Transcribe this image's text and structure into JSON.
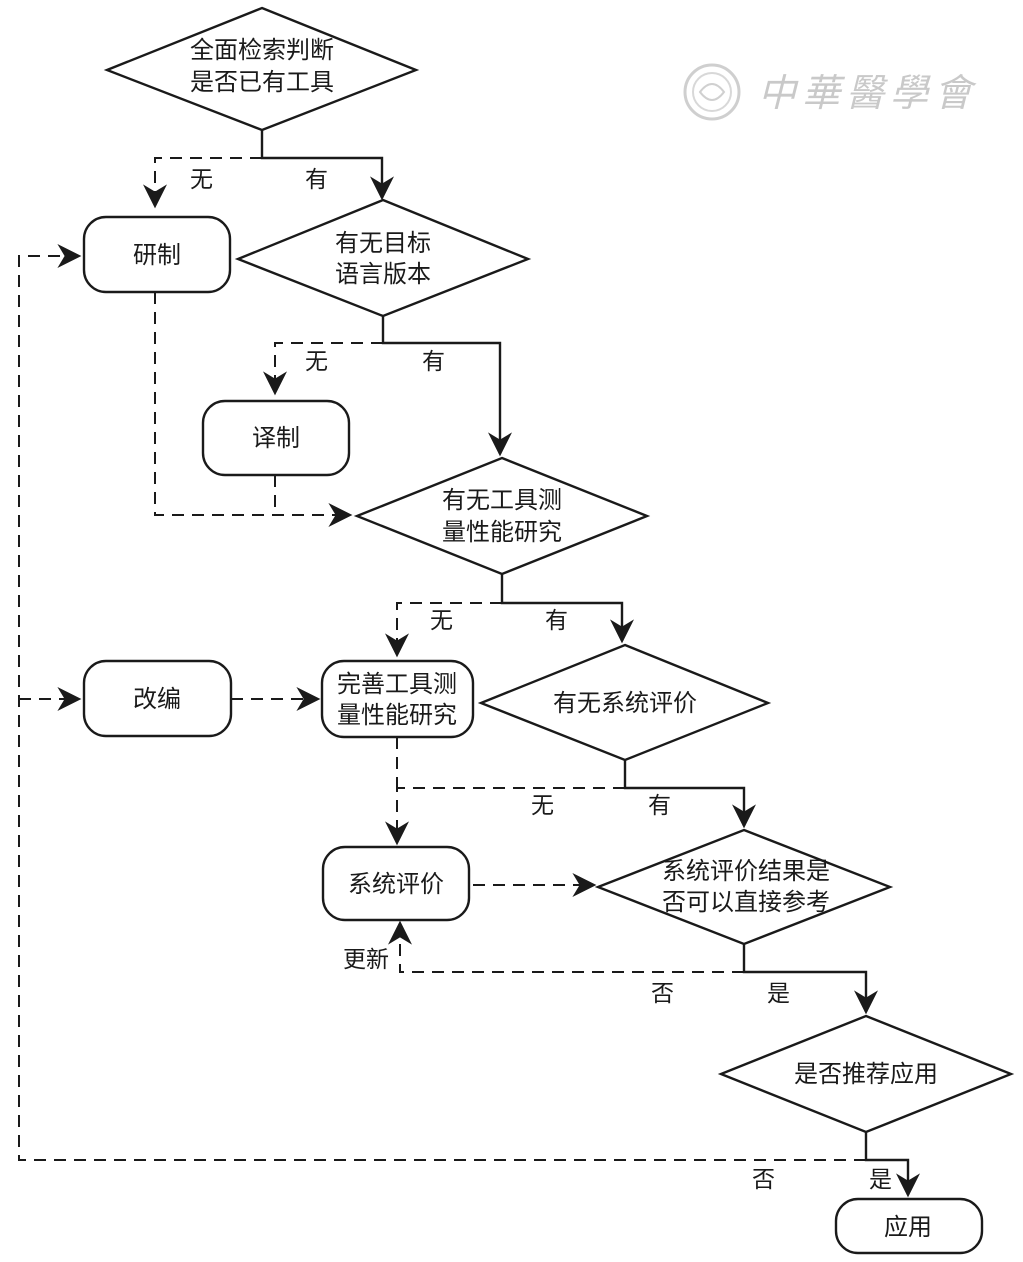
{
  "watermark": "中華醫學會",
  "nodes": {
    "check_existing": [
      "全面检索判断",
      "是否已有工具"
    ],
    "develop": [
      "研制"
    ],
    "target_language": [
      "有无目标",
      "语言版本"
    ],
    "translate": [
      "译制"
    ],
    "measurement_study": [
      "有无工具测",
      "量性能研究"
    ],
    "adapt": [
      "改编"
    ],
    "improve_study": [
      "完善工具测",
      "量性能研究"
    ],
    "system_review_q": [
      "有无系统评价"
    ],
    "system_review": [
      "系统评价"
    ],
    "review_result_q": [
      "系统评价结果是",
      "否可以直接参考"
    ],
    "recommend_q": [
      "是否推荐应用"
    ],
    "apply": [
      "应用"
    ]
  },
  "edge_labels": {
    "none_1": "无",
    "has_1": "有",
    "none_2": "无",
    "has_2": "有",
    "none_3": "无",
    "has_3": "有",
    "none_4": "无",
    "has_4": "有",
    "no_5": "否",
    "yes_5": "是",
    "update": "更新",
    "no_6": "否",
    "yes_6": "是"
  }
}
